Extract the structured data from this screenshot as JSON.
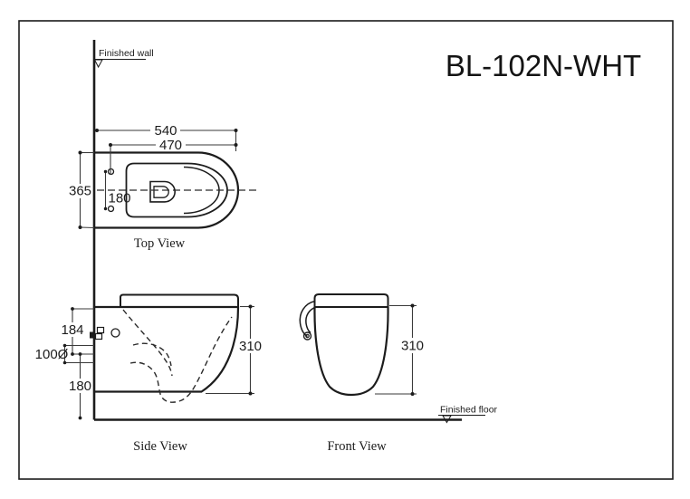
{
  "title": "BL-102N-WHT",
  "labels": {
    "finished_wall": "Finished wall",
    "finished_floor": "Finished floor",
    "top_view": "Top View",
    "side_view": "Side View",
    "front_view": "Front View"
  },
  "dimensions": {
    "top_view": {
      "overall_length": "540",
      "pan_length": "470",
      "overall_width": "365",
      "fixing_hole_spacing": "180"
    },
    "side_view": {
      "rim_to_inlet": "184",
      "outlet_diameter": "100Ø",
      "outlet_center_to_floor": "180",
      "bowl_height": "310"
    },
    "front_view": {
      "bowl_height": "310"
    }
  },
  "colors": {
    "line": "#1c1c1c",
    "background": "#ffffff"
  }
}
